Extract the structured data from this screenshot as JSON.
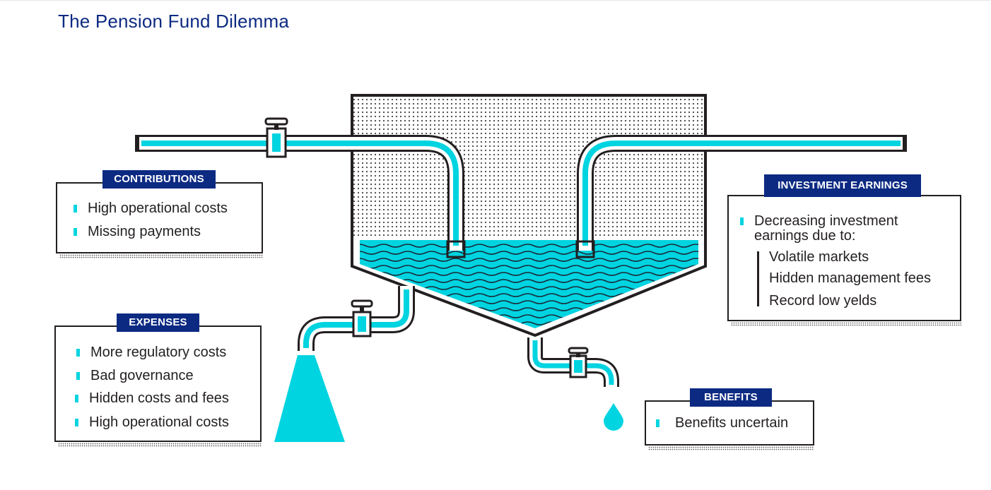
{
  "title": "The Pension Fund Dilemma",
  "contributions": {
    "heading": "CONTRIBUTIONS",
    "items": [
      "High operational costs",
      "Missing payments"
    ]
  },
  "expenses": {
    "heading": "EXPENSES",
    "items": [
      "More regulatory costs",
      "Bad governance",
      "Hidden costs and fees",
      "High operational costs"
    ]
  },
  "investment_earnings": {
    "heading": "INVESTMENT EARNINGS",
    "lead_line1": "Decreasing investment",
    "lead_line2": "earnings due to:",
    "sub_items": [
      "Volatile markets",
      "Hidden management fees",
      "Record low yelds"
    ]
  },
  "benefits": {
    "heading": "BENEFITS",
    "items": [
      "Benefits uncertain"
    ]
  },
  "colors": {
    "navy": "#0c2a82",
    "cyan": "#00d4e0",
    "outline": "#231f20"
  },
  "icons": [
    "valve-icon",
    "faucet-icon",
    "water-drop-icon",
    "water-stream-icon"
  ]
}
